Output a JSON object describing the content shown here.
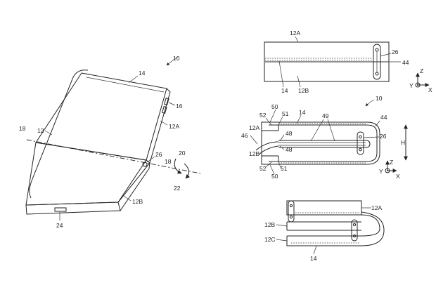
{
  "labels": {
    "fig_ref": "10",
    "fig_ref_side": "10",
    "device_top": "14",
    "buttons": "16",
    "panel_a": "12A",
    "panel_b": "12B",
    "body": "12",
    "axis": "18",
    "axis_near": "18",
    "hinge": "26",
    "rot_20": "20",
    "rot_22": "22",
    "port": "24",
    "top_12a": "12A",
    "top_26": "26",
    "top_44": "44",
    "top_14": "14",
    "top_12b": "12B",
    "mid_50": "50",
    "mid_52": "52",
    "mid_51": "51",
    "mid_14": "14",
    "mid_49": "49",
    "mid_44": "44",
    "mid_12a": "12A",
    "mid_46": "46",
    "mid_48a": "48",
    "mid_48b": "48",
    "mid_26": "26",
    "mid_12b": "12B",
    "mid_52b": "52",
    "mid_51b": "51",
    "mid_50b": "50",
    "dim_h": "H",
    "bot_12a": "12A",
    "bot_12b": "12B",
    "bot_12c": "12C",
    "bot_14": "14"
  },
  "axes": {
    "top": {
      "z": "Z",
      "y": "Y",
      "x": "X"
    },
    "mid": {
      "z": "Z",
      "y": "Y",
      "x": "X"
    }
  }
}
